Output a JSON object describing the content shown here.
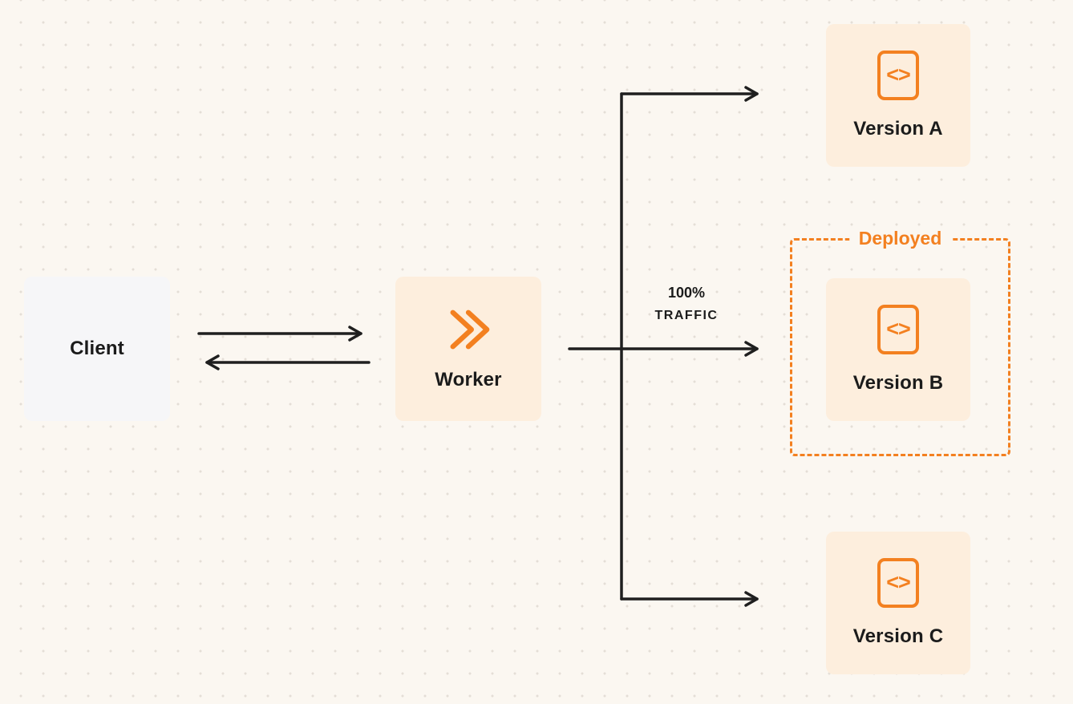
{
  "colors": {
    "background": "#fbf7f1",
    "dot": "#e4ded6",
    "accent_orange": "#f38020",
    "box_orange_bg": "#fdeedd",
    "client_bg": "#f6f6f8",
    "arrow": "#1f1f1f",
    "text": "#1b1b1b"
  },
  "nodes": {
    "client": {
      "label": "Client"
    },
    "worker": {
      "label": "Worker"
    },
    "version_a": {
      "label": "Version A",
      "icon": "<>"
    },
    "version_b": {
      "label": "Version B",
      "icon": "<>"
    },
    "version_c": {
      "label": "Version C",
      "icon": "<>"
    }
  },
  "annotations": {
    "deployed_label": "Deployed",
    "traffic_line1": "100%",
    "traffic_line2": "TRAFFIC"
  }
}
